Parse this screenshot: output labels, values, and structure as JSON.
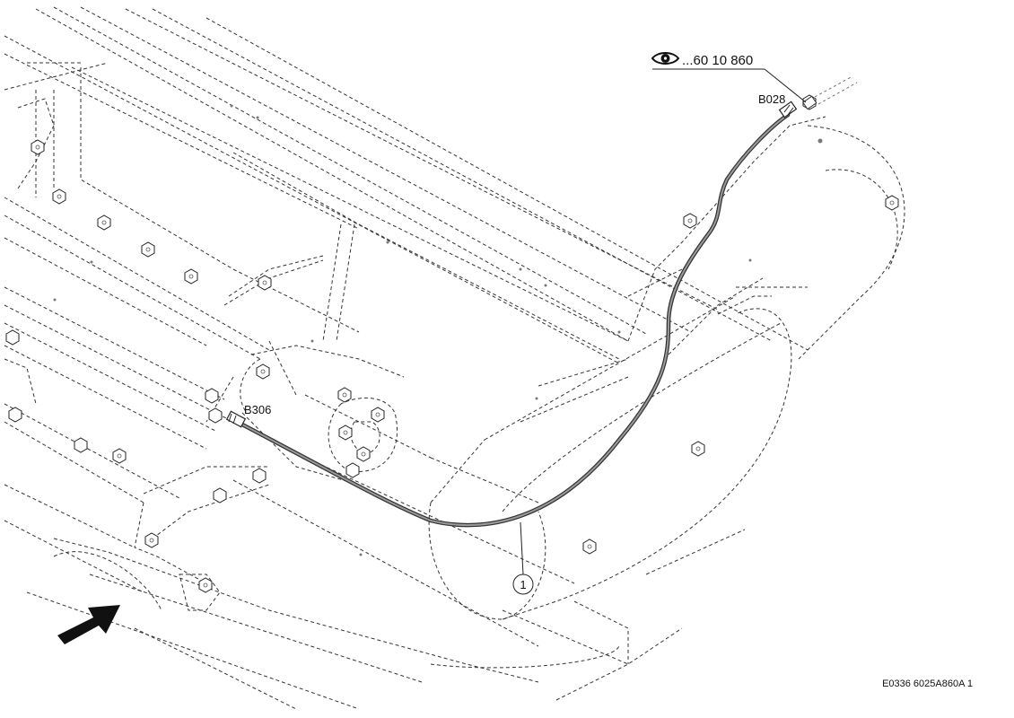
{
  "reference": {
    "text": "...60 10 860",
    "icon": "eye-icon"
  },
  "connectors": {
    "upper": "B028",
    "lower": "B306"
  },
  "callout": {
    "number": "1"
  },
  "footer": {
    "code": "E0336 6025A860A 1"
  },
  "direction_icon": "arrow-icon"
}
